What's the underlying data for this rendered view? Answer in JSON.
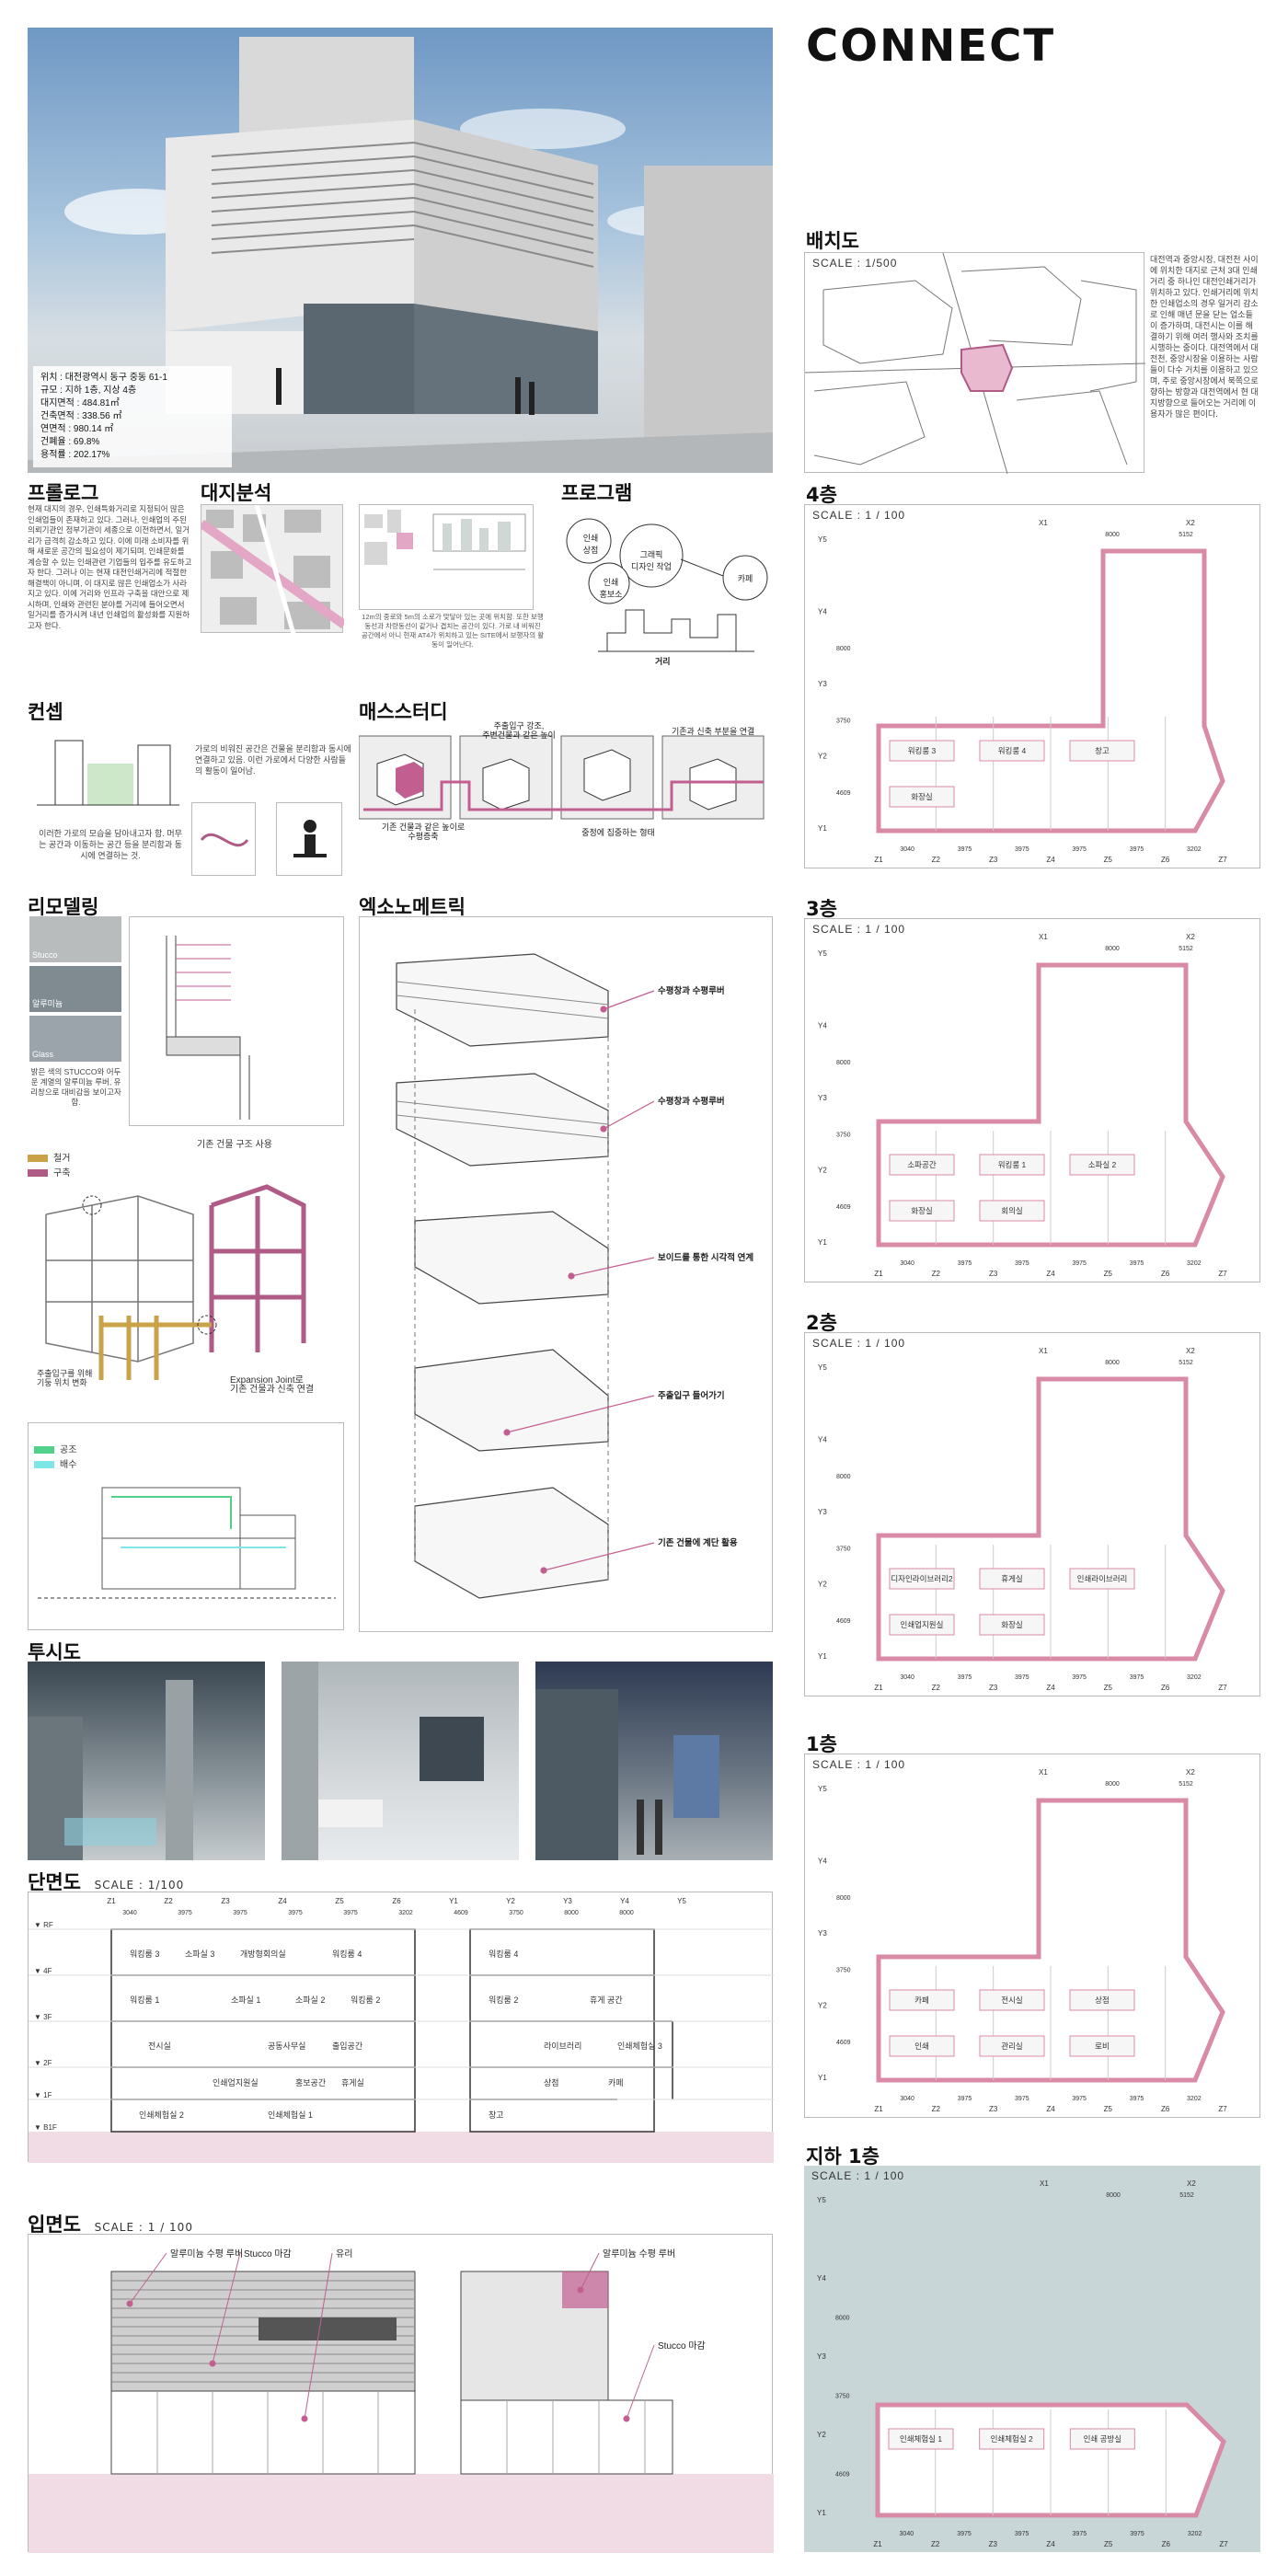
{
  "title": "CONNECT",
  "hero_info": {
    "location": "위치 : 대전광역시 동구 중동 61-1",
    "size": "규모 : 지하 1층, 지상 4층",
    "site_area": "대지면적 : 484.81㎡",
    "building_area": "건축면적 : 338.56 ㎡",
    "floor_area": "연면적 : 980.14 ㎡",
    "coverage": "건폐율 : 69.8%",
    "far": "용적률 : 202.17%"
  },
  "sections": {
    "prologue": "프롤로그",
    "site_analysis": "대지분석",
    "program": "프로그램",
    "concept": "컨셉",
    "massing": "매스스터디",
    "remodeling": "리모델링",
    "axonometric": "엑소노메트릭",
    "perspective": "투시도",
    "section": "단면도",
    "elevation": "입면도",
    "site_plan": "배치도",
    "floor4": "4층",
    "floor3": "3층",
    "floor2": "2층",
    "floor1": "1층",
    "basement": "지하 1층"
  },
  "scales": {
    "site": "SCALE : 1/500",
    "plan": "SCALE : 1 / 100",
    "section": "SCALE : 1/100",
    "elevation": "SCALE : 1 / 100"
  },
  "site_plan_text": "대전역과 중앙시장, 대전천 사이에 위치한 대지로 근처 3대 인쇄거리 중 하나인 대전인쇄거리가 위치하고 있다. 인쇄거리에 위치한 인쇄업소의 경우 일거리 감소로 인해 매년 문을 닫는 업소들이 증가하며, 대전시는 이를 해결하기 위해 여러 행사와 조치를 시행하는 중이다. 대전역에서 대전천, 중앙시장을 이용하는 사람들이 다수 거치를 이용하고 있으며, 주로 중앙시장에서 북쪽으로 향하는 방향과 대전역에서 현 대지방향으로 들어오는 거리에 이용자가 많은 편이다.",
  "prologue_text": "현재 대지의 경우, 인쇄특화거리로 지정되어 많은 인쇄업들이 존재하고 있다. 그러나, 인쇄업의 주된 의뢰기관인 정부기관이 세종으로 이전하면서, 일거리가 급격히 감소하고 있다. 이에 미래 소비자를 위해 새로운 공간의 필요성이 제기되며, 인쇄문화를 계승할 수 있는 인쇄관련 기업들의 입주를 유도하고자 한다. 그러나 이는 현재 대전인쇄거리에 적절한 해결책이 아니며, 이 대지로 많은 인쇄업소가 사라지고 있다. 이에 거리와 인프라 구축을 대안으로 제시하며, 인쇄와 관련된 분야를 거리에 들어오면서 일거리를 증가시켜 내년 인쇄업의 활성화를 지원하고자 한다.",
  "site_analysis_caption": "12m의 중로와 5m의 소로가 맞닿아 있는 곳에 위치함. 또한 보행동선과 차량동선이 같거나 겹치는 공간이 있다. 가로 내 비워진 공간에서 아니 현재 AT4가 위치하고 있는 SITE에서 보행자의 활동이 일어난다.",
  "program": {
    "nodes": [
      "인쇄\n상점",
      "그래픽\n디자인 작업",
      "인쇄\n홍보소",
      "카페"
    ],
    "street": "거리"
  },
  "concept_text1": "가로의 비워진 공간은 건물을 분리함과 동시에 연결하고 있음. 이런 가로에서 다양한 사람들의 활동이 일어남.",
  "concept_text2": "이러한 가로의 모습을 담아내고자 함. 머무는 공간과 이동하는 공간 등을 분리함과 동시에 연결하는 것.",
  "massing_labels": {
    "a": "주출입구 강조,\n주변건물과 같은 높이",
    "b": "기존과 신축 부분을 연결",
    "c": "기존 건물과 같은 높이로\n수평증축",
    "d": "중정에 집중하는 형태"
  },
  "remodel": {
    "materials": [
      "Stucco",
      "알루미늄",
      "Glass"
    ],
    "material_caption": "밝은 색의 STUCCO와 어두운 계열의 알루미늄 루버, 유리창으로 대비감을 보이고자 함.",
    "callout_top": "기존 건물 구조 사용",
    "callout_left": "주출입구를 위해\n기둥 위치 변화",
    "callout_right": "Expansion Joint로\n기존 건물과 신축 연결",
    "legend_iron": "철거",
    "legend_new": "구축",
    "legend_supply": "공조",
    "legend_exhaust": "배수"
  },
  "axo_notes": [
    "수평창과 수평루버",
    "수평창과 수평루버",
    "보이드를 통한 시각적 연계",
    "주출입구 들어가기",
    "기존 건물에 계단 활용"
  ],
  "elevation_notes": [
    "알루미늄 수평 루버",
    "Stucco 마감",
    "유리",
    "알루미늄 수평 루버",
    "Stucco 마감"
  ],
  "section_rooms_left": [
    "워킹룸 3",
    "소파실 3",
    "개방형회의실",
    "워킹룸 4",
    "워킹룸 1",
    "소파실 1",
    "소파실 2",
    "워킹룸 2",
    "전시실",
    "공동사무실",
    "출입공간",
    "인쇄업지원실",
    "홍보공간",
    "휴게실",
    "인쇄체험실 2",
    "인쇄체험실 1"
  ],
  "section_rooms_right": [
    "워킹룸 4",
    "워킹룸 2",
    "라이브러리",
    "휴게 공간",
    "인쇄체험실 3",
    "상점",
    "카페",
    "창고"
  ],
  "section_levels": [
    "RF",
    "4F",
    "3F",
    "2F",
    "1F",
    "B1F"
  ],
  "plan_rooms": {
    "f4": [
      "워킹룸 3",
      "워킹룸 4",
      "창고",
      "화장실"
    ],
    "f3": [
      "소파공간",
      "워킹룸 1",
      "소파실 2",
      "화장실",
      "회의실"
    ],
    "f2": [
      "디자인라이브러리2",
      "휴게실",
      "인쇄라이브러리",
      "인쇄업지원실",
      "화장실"
    ],
    "f1": [
      "카페",
      "전시실",
      "상점",
      "인쇄",
      "관리실",
      "로비"
    ],
    "b1": [
      "인쇄체험실 1",
      "인쇄체험실 2",
      "인쇄 공방실"
    ]
  },
  "grid_x": [
    "X1",
    "X2"
  ],
  "grid_z": [
    "Z1",
    "Z2",
    "Z3",
    "Z4",
    "Z5",
    "Z6",
    "Z7"
  ],
  "grid_y": [
    "Y1",
    "Y2",
    "Y3",
    "Y4",
    "Y5"
  ],
  "dims_bottom": [
    "3040",
    "3975",
    "3975",
    "3975",
    "3975",
    "3202"
  ],
  "dims_top": [
    "8000",
    "5152"
  ],
  "dims_side": [
    "4609",
    "3750",
    "8000"
  ],
  "section_grid": [
    "Z1",
    "Z2",
    "Z3",
    "Z4",
    "Z5",
    "Z6",
    "Y1",
    "Y2",
    "Y3",
    "Y4",
    "Y5"
  ],
  "section_dims": [
    "3040",
    "3975",
    "3975",
    "3975",
    "3975",
    "3202",
    "4609",
    "3750",
    "8000",
    "8000"
  ]
}
